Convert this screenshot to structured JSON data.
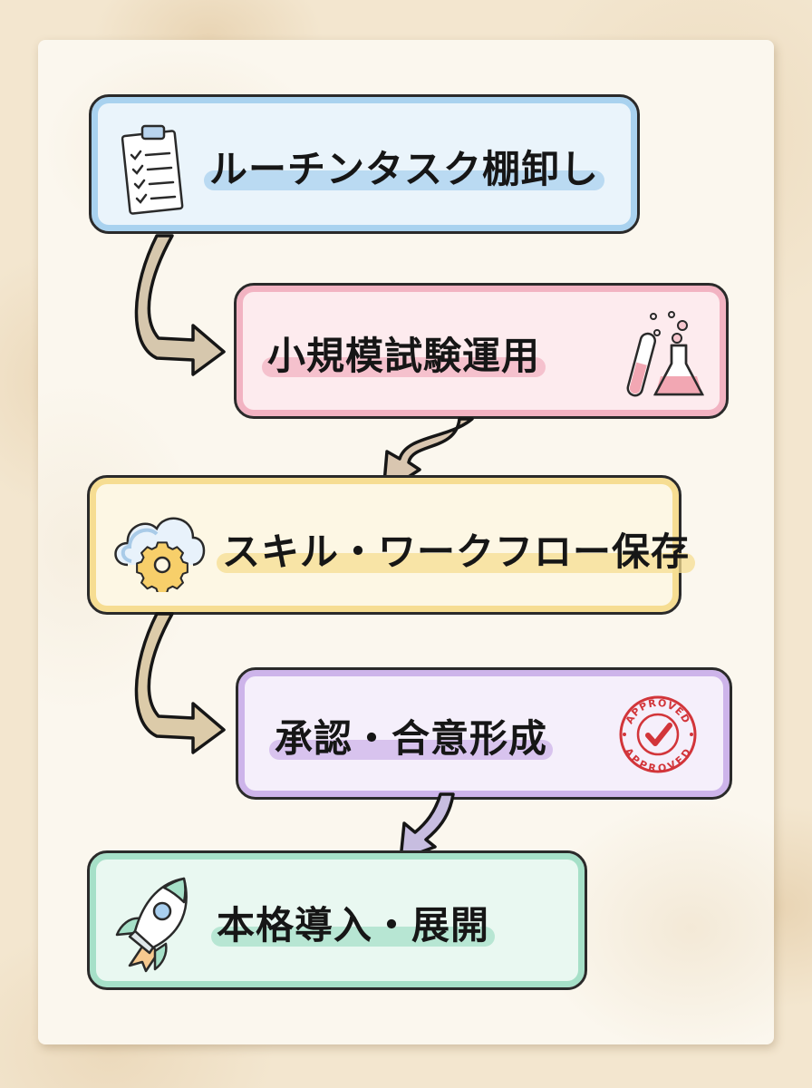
{
  "diagram": {
    "type": "process-flow",
    "steps": [
      {
        "label": "ルーチンタスク棚卸し",
        "icon": "clipboard-checklist-icon",
        "color": "#a9d2ef",
        "fill": "#eaf4fb"
      },
      {
        "label": "小規模試験運用",
        "icon": "test-tube-flask-icon",
        "color": "#f2b3c2",
        "fill": "#fdebee"
      },
      {
        "label": "スキル・ワークフロー保存",
        "icon": "cloud-gear-icon",
        "color": "#f6dd92",
        "fill": "#fdf7e4"
      },
      {
        "label": "承認・合意形成",
        "icon": "approved-stamp-icon",
        "color": "#cdb4ea",
        "fill": "#f5effb"
      },
      {
        "label": "本格導入・展開",
        "icon": "rocket-icon",
        "color": "#a6e0c8",
        "fill": "#e9f8f1"
      }
    ],
    "stamp": {
      "text_top": "APPROVED",
      "text_bottom": "APPROVED",
      "color": "#d2353a"
    },
    "arrows": [
      {
        "from": 0,
        "to": 1,
        "color": "#d6c7ad"
      },
      {
        "from": 1,
        "to": 2,
        "color": "#d9c6b0"
      },
      {
        "from": 2,
        "to": 3,
        "color": "#dccba9"
      },
      {
        "from": 3,
        "to": 4,
        "color": "#c7bde0"
      }
    ]
  }
}
